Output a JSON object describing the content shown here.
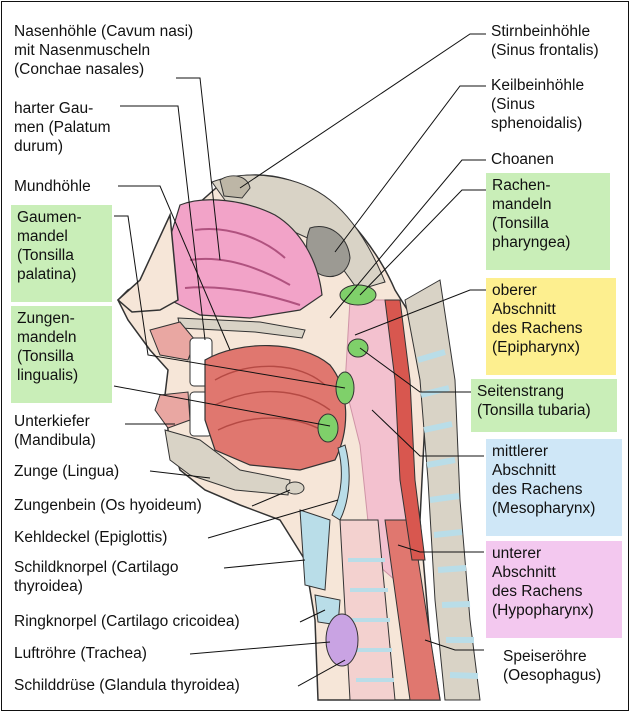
{
  "labels_left": {
    "nasenhoehle": "Nasenhöhle (Cavum nasi)\nmit Nasenmuscheln\n(Conchae nasales)",
    "gaumen": "harter Gau-\nmen (Palatum\ndurum)",
    "mundhoehle": "Mundhöhle",
    "gaumenmandel": "Gaumen-\nmandel\n(Tonsilla\npalatina)",
    "zungenmandeln": "Zungen-\nmandeln\n(Tonsilla\nlingualis)",
    "unterkiefer": "Unterkiefer\n(Mandibula)",
    "zunge": "Zunge (Lingua)",
    "zungenbein": "Zungenbein (Os hyoideum)",
    "kehldeckel": "Kehldeckel (Epiglottis)",
    "schildknorpel": "Schildknorpel (Cartilago\nthyroidea)",
    "ringknorpel": "Ringknorpel (Cartilago cricoidea)",
    "luftroehre": "Luftröhre (Trachea)",
    "schilddruese": "Schilddrüse (Glandula thyroidea)"
  },
  "labels_right": {
    "stirnbein": "Stirnbeinhöhle\n(Sinus frontalis)",
    "keilbein": "Keilbeinhöhle\n(Sinus\nsphenoidalis)",
    "choanen": "Choanen",
    "rachenmandeln": "Rachen-\nmandeln\n(Tonsilla\npharyngea)",
    "epipharynx": "oberer\nAbschnitt\ndes Rachens\n(Epipharynx)",
    "seitenstrang": "Seitenstrang\n(Tonsilla tubaria)",
    "mesopharynx": "mittlerer\nAbschnitt\ndes Rachens\n(Mesopharynx)",
    "hypopharynx": "unterer\nAbschnitt\ndes Rachens\n(Hypopharynx)",
    "speiseroehre": "Speiseröhre\n(Oesophagus)"
  },
  "colors": {
    "green": "#c9eeb8",
    "yellow": "#fdef8f",
    "blue": "#cfe7f7",
    "pink": "#f3c8ef",
    "mucosa": "#f2a3c8",
    "bone": "#d9d3c6",
    "muscle": "#d8574f",
    "cartilage": "#b9dde8",
    "skin": "#f6e6d8"
  }
}
